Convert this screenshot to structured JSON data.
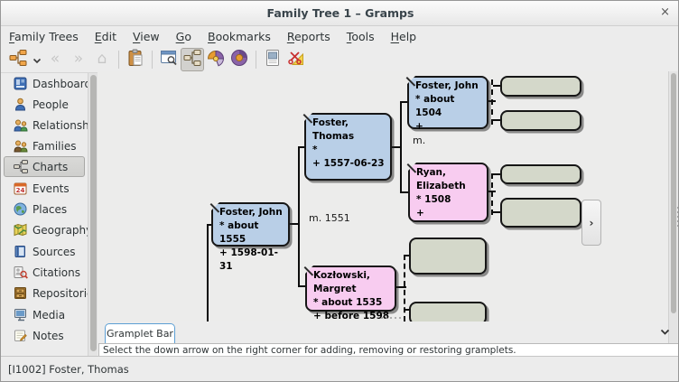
{
  "window": {
    "title": "Family Tree 1 – Gramps",
    "close_glyph": "×"
  },
  "menu": {
    "items": [
      {
        "m": "F",
        "rest": "amily Trees"
      },
      {
        "m": "E",
        "rest": "dit"
      },
      {
        "m": "V",
        "rest": "iew"
      },
      {
        "m": "G",
        "rest": "o"
      },
      {
        "m": "B",
        "rest": "ookmarks"
      },
      {
        "m": "R",
        "rest": "eports"
      },
      {
        "m": "T",
        "rest": "ools"
      },
      {
        "m": "H",
        "rest": "elp"
      }
    ]
  },
  "toolbar": {
    "buttons": [
      "family-trees",
      "family-trees-dropdown",
      "back",
      "forward",
      "home",
      "clipboard",
      "configure-view",
      "pedigree-view",
      "fan-chart",
      "full-circle-fan-chart",
      "export-view",
      "print-view"
    ],
    "active_button": "pedigree-view",
    "back_glyph": "«",
    "forward_glyph": "»",
    "home_glyph": "⌂"
  },
  "sidebar": {
    "items": [
      {
        "label": "Dashboard",
        "icon": "dashboard-icon",
        "selected": false
      },
      {
        "label": "People",
        "icon": "person-icon",
        "selected": false
      },
      {
        "label": "Relationships",
        "icon": "relationships-icon",
        "selected": false
      },
      {
        "label": "Families",
        "icon": "families-icon",
        "selected": false
      },
      {
        "label": "Charts",
        "icon": "charts-icon",
        "selected": true
      },
      {
        "label": "Events",
        "icon": "events-icon",
        "selected": false
      },
      {
        "label": "Places",
        "icon": "places-icon",
        "selected": false
      },
      {
        "label": "Geography",
        "icon": "geography-icon",
        "selected": false
      },
      {
        "label": "Sources",
        "icon": "sources-icon",
        "selected": false
      },
      {
        "label": "Citations",
        "icon": "citations-icon",
        "selected": false
      },
      {
        "label": "Repositories",
        "icon": "repositories-icon",
        "selected": false
      },
      {
        "label": "Media",
        "icon": "media-icon",
        "selected": false
      },
      {
        "label": "Notes",
        "icon": "notes-icon",
        "selected": false
      }
    ]
  },
  "chart": {
    "type": "pedigree",
    "people": [
      {
        "name": "Foster, John",
        "birth": "* about 1555",
        "death": "+ 1598-01-31",
        "gender": "male",
        "role": "root"
      },
      {
        "name": "Foster, Thomas",
        "birth": "*",
        "death": "+ 1557-06-23",
        "gender": "male",
        "role": "father"
      },
      {
        "name": "Kozłowski, Margret",
        "birth": "* about 1535",
        "death": "+ before 1598",
        "gender": "female",
        "role": "mother"
      },
      {
        "name": "Foster, John",
        "birth": "* about 1504",
        "death": "+",
        "gender": "male",
        "role": "grandfather"
      },
      {
        "name": "Ryan, Elizabeth",
        "birth": "* 1508",
        "death": "+",
        "gender": "female",
        "role": "grandmother"
      }
    ],
    "unknown_ancestor_boxes": 6,
    "marriage_labels": {
      "parents": "m. 1551",
      "grandparents": "m."
    },
    "expand_glyph": "›"
  },
  "gramplet_bar": {
    "tab_label": "Gramplet Bar",
    "message": "Select the down arrow on the right corner for adding, removing or restoring gramplets."
  },
  "statusbar": {
    "text": "[I1002] Foster, Thomas"
  },
  "colors": {
    "male_box": "#b9cfe7",
    "female_box": "#f8ccf0",
    "unknown_box": "#d4d8ca",
    "accent_tab": "#5c9fd4",
    "chart_bg": "#ececeb"
  }
}
